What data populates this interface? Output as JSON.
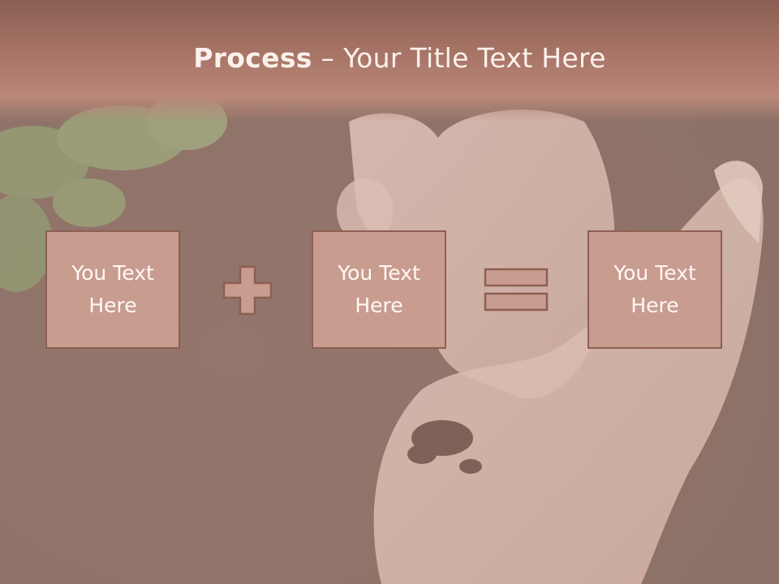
{
  "slide": {
    "title_bold": "Process",
    "title_rest": " – Your Title Text Here",
    "boxes": [
      {
        "text": "You Text\nHere"
      },
      {
        "text": "You Text\nHere"
      },
      {
        "text": "You Text\nHere"
      }
    ],
    "operators": [
      "plus-icon",
      "equals-icon"
    ],
    "background": "soil-and-hands-photo"
  },
  "colors": {
    "title_band": "#a87567",
    "box_fill": "#c99c90",
    "box_border": "#8d5f52",
    "text": "#fff8f4"
  }
}
